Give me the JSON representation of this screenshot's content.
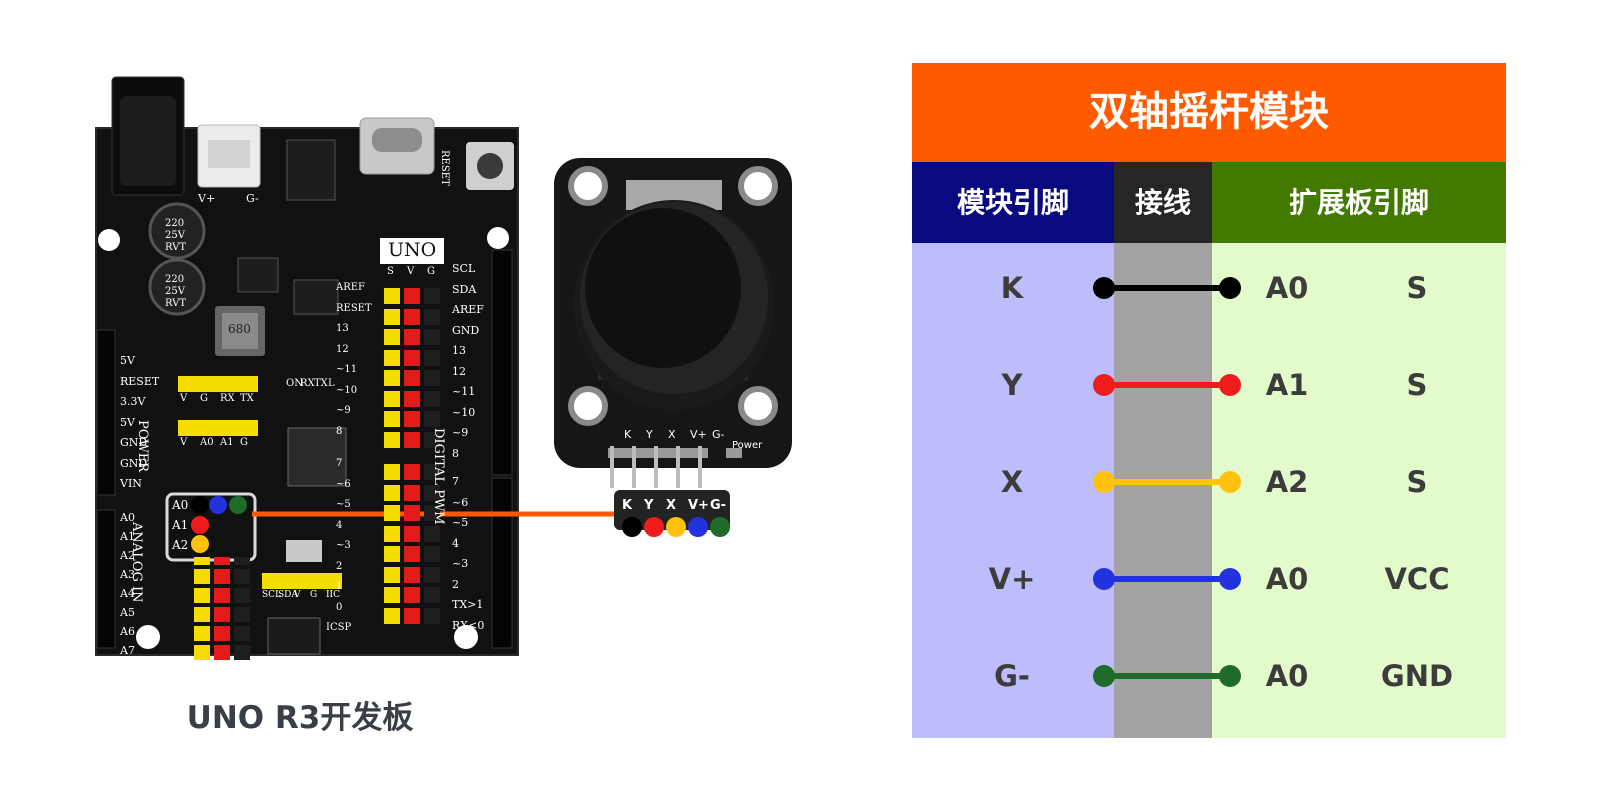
{
  "board": {
    "caption": "UNO R3开发板",
    "chip_label": "UNO",
    "rows": [
      "A0",
      "A1",
      "A2"
    ],
    "side_labels": [
      "5V",
      "RESET",
      "3.3V",
      "5V",
      "GND",
      "GND",
      "VIN"
    ],
    "power_label": "POWER",
    "analog_label": "ANALOG IN",
    "analog_pins": [
      "A0",
      "A1",
      "A2",
      "A3",
      "A4",
      "A5",
      "A6",
      "A7"
    ],
    "right_labels": [
      "SCL",
      "SDA",
      "AREF",
      "GND",
      "13",
      "12",
      "~11",
      "~10",
      "~9",
      "8"
    ],
    "right_labels2": [
      "7",
      "~6",
      "~5",
      "4",
      "~3",
      "2",
      "TX>1",
      "RX<0"
    ],
    "digital_label": "DIGITAL PWM",
    "header_svg": [
      "S",
      "V",
      "G"
    ],
    "pin_header_labels": [
      "V",
      "G",
      "RX",
      "TX"
    ],
    "pin_header_labels2": [
      "V",
      "A0",
      "A1",
      "G"
    ],
    "iic_labels": [
      "SCL",
      "SDA",
      "V",
      "G",
      "IIC"
    ],
    "cap_text": [
      "220",
      "25V",
      "RVT"
    ],
    "inductor": "680",
    "led_labels": [
      "ON",
      "RX",
      "TX",
      "L"
    ],
    "icsp": "ICSP",
    "aref_left": [
      "AREF",
      "RESET",
      "13",
      "12",
      "~11",
      "~10",
      "~9",
      "8",
      "7",
      "~6",
      "~5",
      "4",
      "~3",
      "2",
      "1",
      "0"
    ],
    "reset_btn": "RESET",
    "power_in": [
      "V+",
      "G-"
    ]
  },
  "joystick": {
    "pins": [
      "K",
      "Y",
      "X",
      "V+",
      "G-"
    ],
    "power_label": "Power",
    "connector_pins": [
      "K",
      "Y",
      "X",
      "V+",
      "G-"
    ]
  },
  "table": {
    "title": "双轴摇杆模块",
    "headers": [
      "模块引脚",
      "接线",
      "扩展板引脚"
    ],
    "rows": [
      {
        "pin": "K",
        "ext": "A0",
        "sig": "S",
        "color": "#000000"
      },
      {
        "pin": "Y",
        "ext": "A1",
        "sig": "S",
        "color": "#ee1c1c"
      },
      {
        "pin": "X",
        "ext": "A2",
        "sig": "S",
        "color": "#ffc20e"
      },
      {
        "pin": "V+",
        "ext": "A0",
        "sig": "VCC",
        "color": "#2233dd"
      },
      {
        "pin": "G-",
        "ext": "A0",
        "sig": "GND",
        "color": "#1f6b2a"
      }
    ]
  },
  "colors": {
    "title_bg": "#ff5a00",
    "header_module": "#0a0a80",
    "header_wire": "#262626",
    "header_ext": "#427a00",
    "col_module": "#bdbdfb",
    "col_wire": "#a3a3a3",
    "col_ext": "#e3fbcb",
    "connector_wire": "#ff5a00"
  }
}
